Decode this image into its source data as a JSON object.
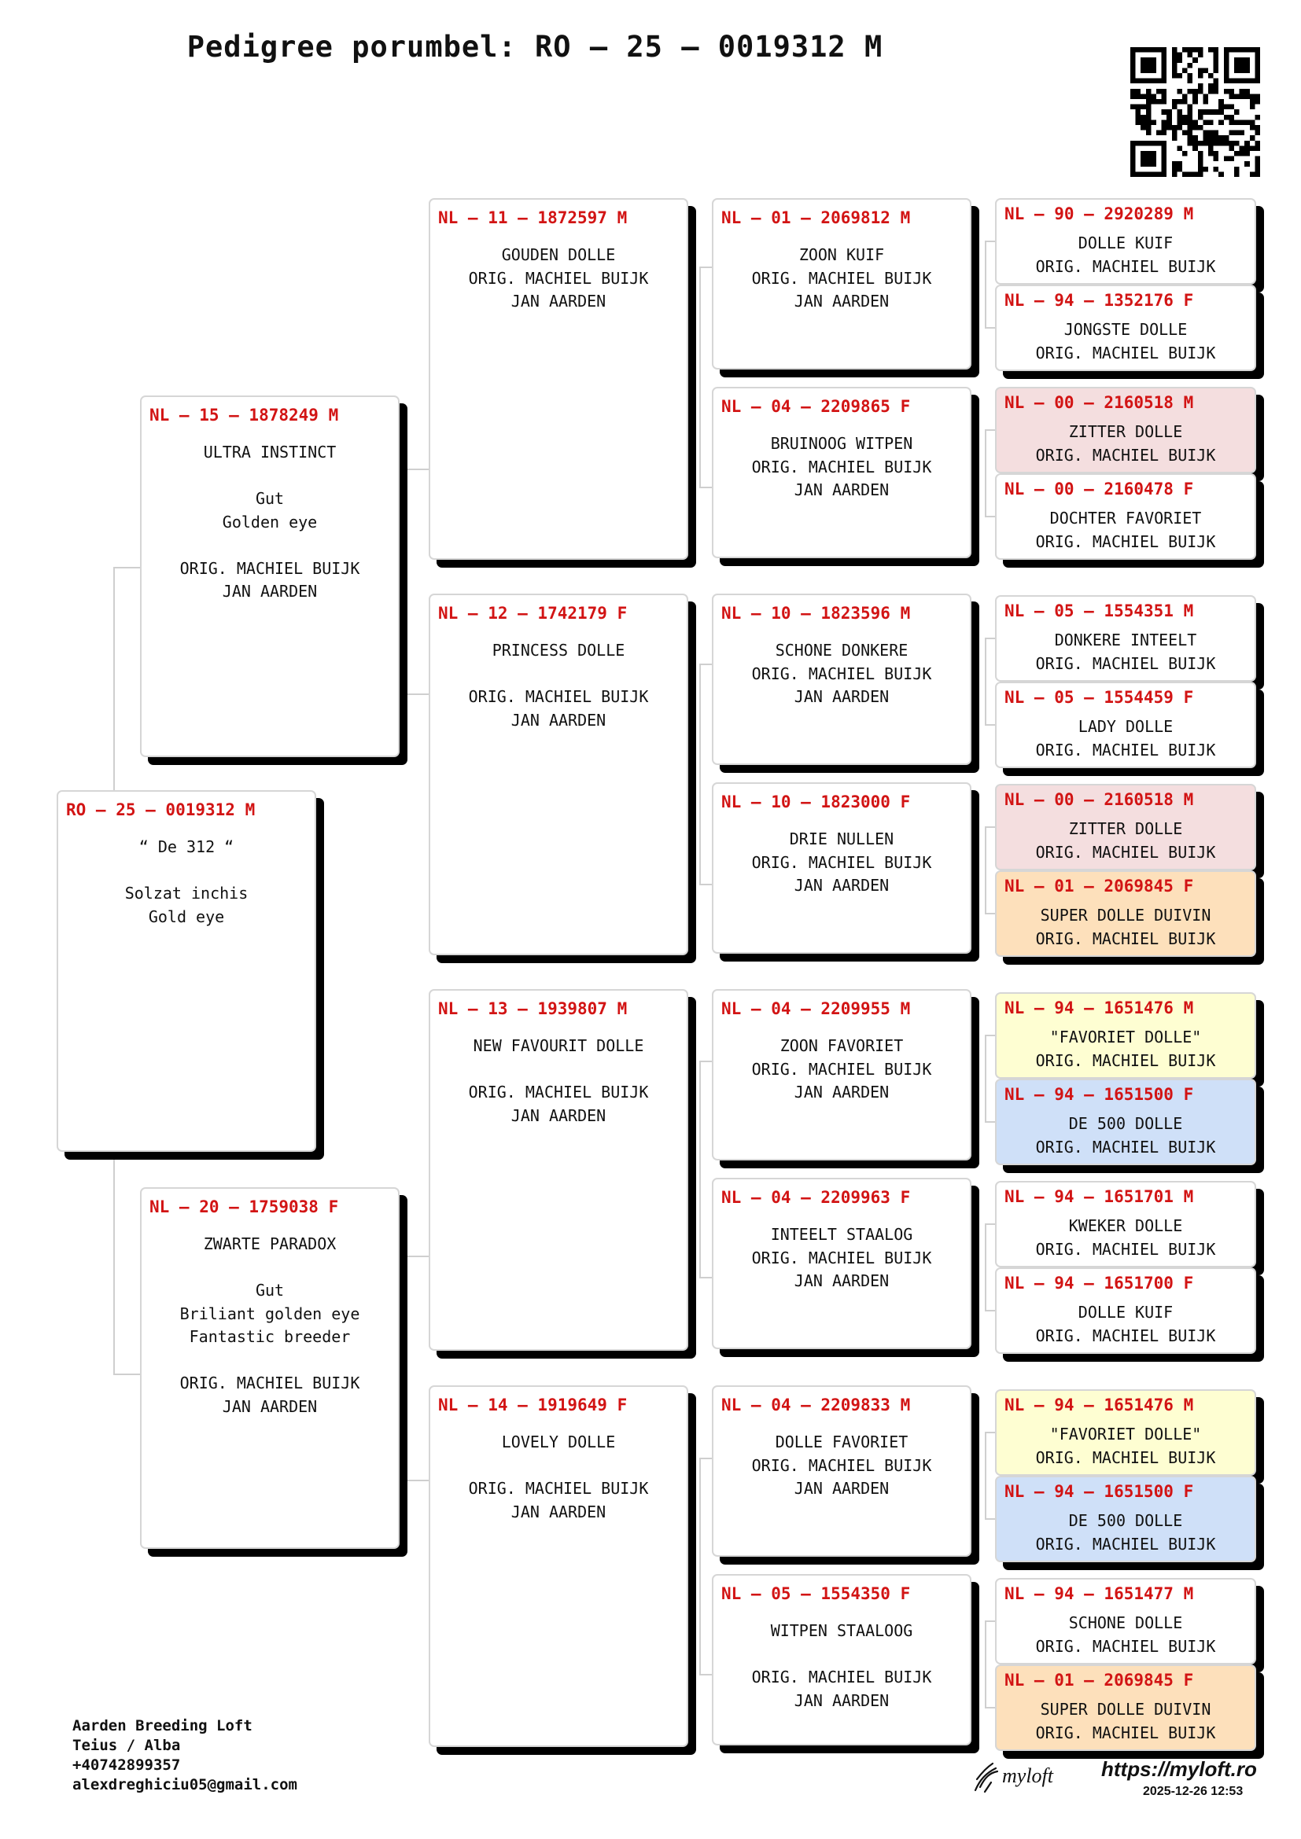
{
  "title": "Pedigree porumbel: RO – 25 – 0019312 M",
  "contact": {
    "loft": "Aarden Breeding Loft",
    "location": "Teius / Alba",
    "phone": "+40742899357",
    "email": "alexdreghiciu05@gmail.com"
  },
  "branding": {
    "logo_text": "myloft",
    "url": "https://myloft.ro",
    "date": "2025-12-26 12:53"
  },
  "colors": {
    "ring": "#d21414",
    "pink": "#f4dedf",
    "orange": "#fde0bb",
    "yellow": "#fefed2",
    "blue": "#cfe0f8"
  },
  "birds": {
    "subject": {
      "ring": "RO – 25 – 0019312 M",
      "lines": [
        "“ De 312 “",
        "",
        "Solzat inchis",
        "Gold eye"
      ]
    },
    "sire": {
      "ring": "NL – 15 – 1878249 M",
      "lines": [
        "ULTRA INSTINCT",
        "",
        "Gut",
        "Golden eye",
        "",
        "ORIG. MACHIEL BUIJK",
        "JAN AARDEN"
      ]
    },
    "dam": {
      "ring": "NL – 20 – 1759038 F",
      "lines": [
        "ZWARTE PARADOX",
        "",
        "Gut",
        "Briliant golden eye",
        "Fantastic breeder",
        "",
        "ORIG. MACHIEL BUIJK",
        "JAN AARDEN"
      ]
    },
    "g2_1": {
      "ring": "NL – 11 – 1872597 M",
      "lines": [
        "GOUDEN DOLLE",
        "ORIG. MACHIEL BUIJK",
        "JAN AARDEN"
      ]
    },
    "g2_2": {
      "ring": "NL – 12 – 1742179 F",
      "lines": [
        "PRINCESS DOLLE",
        "",
        "ORIG. MACHIEL BUIJK",
        "JAN AARDEN"
      ]
    },
    "g2_3": {
      "ring": "NL – 13 – 1939807 M",
      "lines": [
        "NEW FAVOURIT DOLLE",
        "",
        "ORIG. MACHIEL BUIJK",
        "JAN AARDEN"
      ]
    },
    "g2_4": {
      "ring": "NL – 14 – 1919649 F",
      "lines": [
        "LOVELY DOLLE",
        "",
        "ORIG. MACHIEL BUIJK",
        "JAN AARDEN"
      ]
    },
    "g3_1": {
      "ring": "NL – 01 – 2069812 M",
      "lines": [
        "ZOON KUIF",
        "ORIG. MACHIEL BUIJK",
        "JAN AARDEN"
      ]
    },
    "g3_2": {
      "ring": "NL – 04 – 2209865 F",
      "lines": [
        "BRUINOOG WITPEN",
        "ORIG. MACHIEL BUIJK",
        "JAN AARDEN"
      ]
    },
    "g3_3": {
      "ring": "NL – 10 – 1823596 M",
      "lines": [
        "SCHONE DONKERE",
        "ORIG. MACHIEL BUIJK",
        "JAN AARDEN"
      ]
    },
    "g3_4": {
      "ring": "NL – 10 – 1823000 F",
      "lines": [
        "DRIE NULLEN",
        "ORIG. MACHIEL BUIJK",
        "JAN AARDEN"
      ]
    },
    "g3_5": {
      "ring": "NL – 04 – 2209955 M",
      "lines": [
        "ZOON FAVORIET",
        "ORIG. MACHIEL BUIJK",
        "JAN AARDEN"
      ]
    },
    "g3_6": {
      "ring": "NL – 04 – 2209963 F",
      "lines": [
        "INTEELT STAALOG",
        "ORIG. MACHIEL BUIJK",
        "JAN AARDEN"
      ]
    },
    "g3_7": {
      "ring": "NL – 04 – 2209833 M",
      "lines": [
        "DOLLE FAVORIET",
        "ORIG. MACHIEL BUIJK",
        "JAN AARDEN"
      ]
    },
    "g3_8": {
      "ring": "NL – 05 – 1554350 F",
      "lines": [
        "WITPEN STAALOOG",
        "",
        "ORIG. MACHIEL BUIJK",
        "JAN AARDEN"
      ]
    },
    "g4_1": {
      "ring": "NL – 90 – 2920289 M",
      "lines": [
        "DOLLE KUIF",
        "ORIG. MACHIEL BUIJK"
      ]
    },
    "g4_2": {
      "ring": "NL – 94 – 1352176 F",
      "lines": [
        "JONGSTE DOLLE",
        "ORIG. MACHIEL BUIJK"
      ]
    },
    "g4_3": {
      "ring": "NL – 00 – 2160518 M",
      "lines": [
        "ZITTER DOLLE",
        "ORIG. MACHIEL BUIJK"
      ]
    },
    "g4_4": {
      "ring": "NL – 00 – 2160478 F",
      "lines": [
        "DOCHTER FAVORIET",
        "ORIG. MACHIEL BUIJK"
      ]
    },
    "g4_5": {
      "ring": "NL – 05 – 1554351 M",
      "lines": [
        "DONKERE INTEELT",
        "ORIG. MACHIEL BUIJK"
      ]
    },
    "g4_6": {
      "ring": "NL – 05 – 1554459 F",
      "lines": [
        "LADY DOLLE",
        "ORIG. MACHIEL BUIJK"
      ]
    },
    "g4_7": {
      "ring": "NL – 00 – 2160518 M",
      "lines": [
        "ZITTER DOLLE",
        "ORIG. MACHIEL BUIJK"
      ]
    },
    "g4_8": {
      "ring": "NL – 01 – 2069845 F",
      "lines": [
        "SUPER DOLLE DUIVIN",
        "ORIG. MACHIEL BUIJK"
      ]
    },
    "g4_9": {
      "ring": "NL – 94 – 1651476 M",
      "lines": [
        "\"FAVORIET DOLLE\"",
        "ORIG. MACHIEL BUIJK"
      ]
    },
    "g4_10": {
      "ring": "NL – 94 – 1651500 F",
      "lines": [
        "DE 500 DOLLE",
        "ORIG. MACHIEL BUIJK"
      ]
    },
    "g4_11": {
      "ring": "NL – 94 – 1651701 M",
      "lines": [
        "KWEKER DOLLE",
        "ORIG. MACHIEL BUIJK"
      ]
    },
    "g4_12": {
      "ring": "NL – 94 – 1651700 F",
      "lines": [
        "DOLLE KUIF",
        "ORIG. MACHIEL BUIJK"
      ]
    },
    "g4_13": {
      "ring": "NL – 94 – 1651476 M",
      "lines": [
        "\"FAVORIET DOLLE\"",
        "ORIG. MACHIEL BUIJK"
      ]
    },
    "g4_14": {
      "ring": "NL – 94 – 1651500 F",
      "lines": [
        "DE 500 DOLLE",
        "ORIG. MACHIEL BUIJK"
      ]
    },
    "g4_15": {
      "ring": "NL – 94 – 1651477 M",
      "lines": [
        "SCHONE DOLLE",
        "ORIG. MACHIEL BUIJK"
      ]
    },
    "g4_16": {
      "ring": "NL – 01 – 2069845 F",
      "lines": [
        "SUPER DOLLE DUIVIN",
        "ORIG. MACHIEL BUIJK"
      ]
    }
  }
}
